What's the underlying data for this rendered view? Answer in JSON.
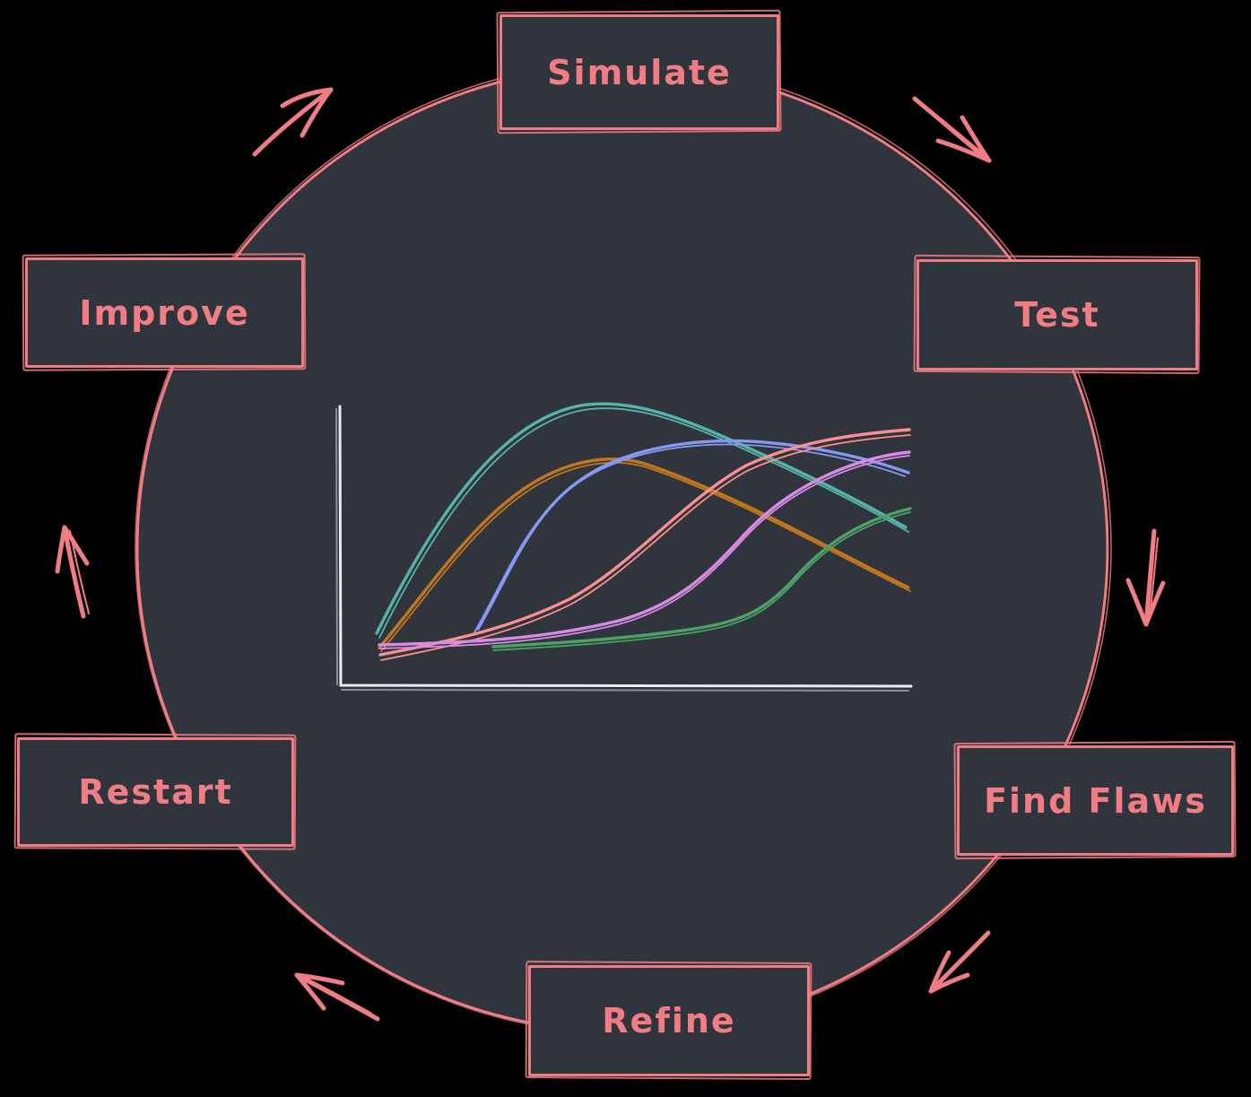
{
  "diagram": {
    "nodes": [
      {
        "id": "simulate",
        "label": "Simulate"
      },
      {
        "id": "test",
        "label": "Test"
      },
      {
        "id": "find-flaws",
        "label": "Find Flaws"
      },
      {
        "id": "refine",
        "label": "Refine"
      },
      {
        "id": "restart",
        "label": "Restart"
      },
      {
        "id": "improve",
        "label": "Improve"
      }
    ],
    "cycle_order": [
      "Simulate",
      "Test",
      "Find Flaws",
      "Refine",
      "Restart",
      "Improve"
    ],
    "colors": {
      "background": "#000000",
      "surface": "#30353d",
      "accent": "#ef7d83",
      "axis": "#ececec",
      "axis_shadow": "#8b9097"
    }
  },
  "chart_data": {
    "type": "line",
    "title": "",
    "xlabel": "",
    "ylabel": "",
    "axes_labeled": false,
    "grid": false,
    "legend": "none",
    "xlim": [
      0,
      1
    ],
    "ylim": [
      0,
      1
    ],
    "series": [
      {
        "name": "teal-rise-and-fall",
        "color": "#56b3ac",
        "shape": "rises steeply, peaks near mid-x, declines",
        "points_norm": [
          [
            0.06,
            0.19
          ],
          [
            0.28,
            0.8
          ],
          [
            0.52,
            0.99
          ],
          [
            0.72,
            0.85
          ],
          [
            0.99,
            0.56
          ]
        ]
      },
      {
        "name": "orange-rise-and-fall",
        "color": "#c2771c",
        "shape": "rises, peaks left of center, steady decline",
        "points_norm": [
          [
            0.07,
            0.13
          ],
          [
            0.28,
            0.65
          ],
          [
            0.5,
            0.79
          ],
          [
            0.75,
            0.6
          ],
          [
            1.0,
            0.35
          ]
        ]
      },
      {
        "name": "blue-early-sigmoid",
        "color": "#8699f2",
        "shape": "late start, steep sigmoid, plateau then slight dip",
        "points_norm": [
          [
            0.24,
            0.2
          ],
          [
            0.41,
            0.72
          ],
          [
            0.76,
            0.87
          ],
          [
            1.0,
            0.76
          ]
        ]
      },
      {
        "name": "pink-mid-sigmoid",
        "color": "#f98f8e",
        "shape": "slow start, sigmoid rising through center, high finish",
        "points_norm": [
          [
            0.07,
            0.11
          ],
          [
            0.4,
            0.31
          ],
          [
            0.71,
            0.78
          ],
          [
            1.0,
            0.91
          ]
        ]
      },
      {
        "name": "violet-late-sigmoid",
        "color": "#d88be4",
        "shape": "flat until late, steep rise, high finish",
        "points_norm": [
          [
            0.07,
            0.14
          ],
          [
            0.49,
            0.23
          ],
          [
            0.71,
            0.54
          ],
          [
            1.0,
            0.83
          ]
        ]
      },
      {
        "name": "green-latest-sigmoid",
        "color": "#4da263",
        "shape": "flat longest, steep late rise, mid finish",
        "points_norm": [
          [
            0.27,
            0.14
          ],
          [
            0.63,
            0.21
          ],
          [
            0.79,
            0.37
          ],
          [
            1.0,
            0.63
          ]
        ]
      }
    ]
  }
}
